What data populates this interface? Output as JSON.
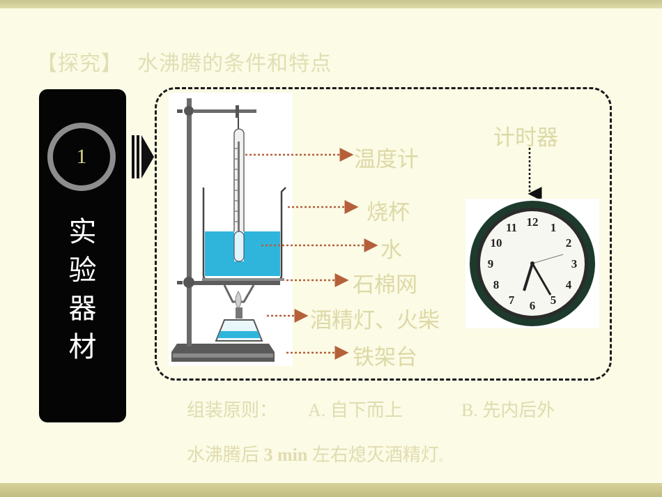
{
  "title": "【探究】  水沸腾的条件和特点",
  "side": {
    "step_number": "1",
    "label": "实验器材"
  },
  "apparatus_labels": {
    "thermometer": "温度计",
    "beaker": "烧杯",
    "water": "水",
    "asbestos_net": "石棉网",
    "lamp_and_matches": "酒精灯、火柴",
    "iron_stand": "铁架台"
  },
  "timer": {
    "label": "计时器",
    "clock_numbers": [
      "12",
      "1",
      "2",
      "3",
      "4",
      "5",
      "6",
      "7",
      "8",
      "9",
      "10",
      "11"
    ]
  },
  "notes": {
    "assembly_prefix": "组装原则：",
    "assembly_a": "A. 自下而上",
    "assembly_b": "B. 先内后外",
    "boil_prefix": "水沸腾后",
    "boil_bold": "3 min",
    "boil_suffix": "左右熄灭酒精灯",
    "boil_period": "。"
  },
  "colors": {
    "background": "#fbfbe6",
    "label_text": "#ddd9a6",
    "arrow": "#b5603a",
    "water": "#2fb5dc",
    "panel": "#050505"
  }
}
